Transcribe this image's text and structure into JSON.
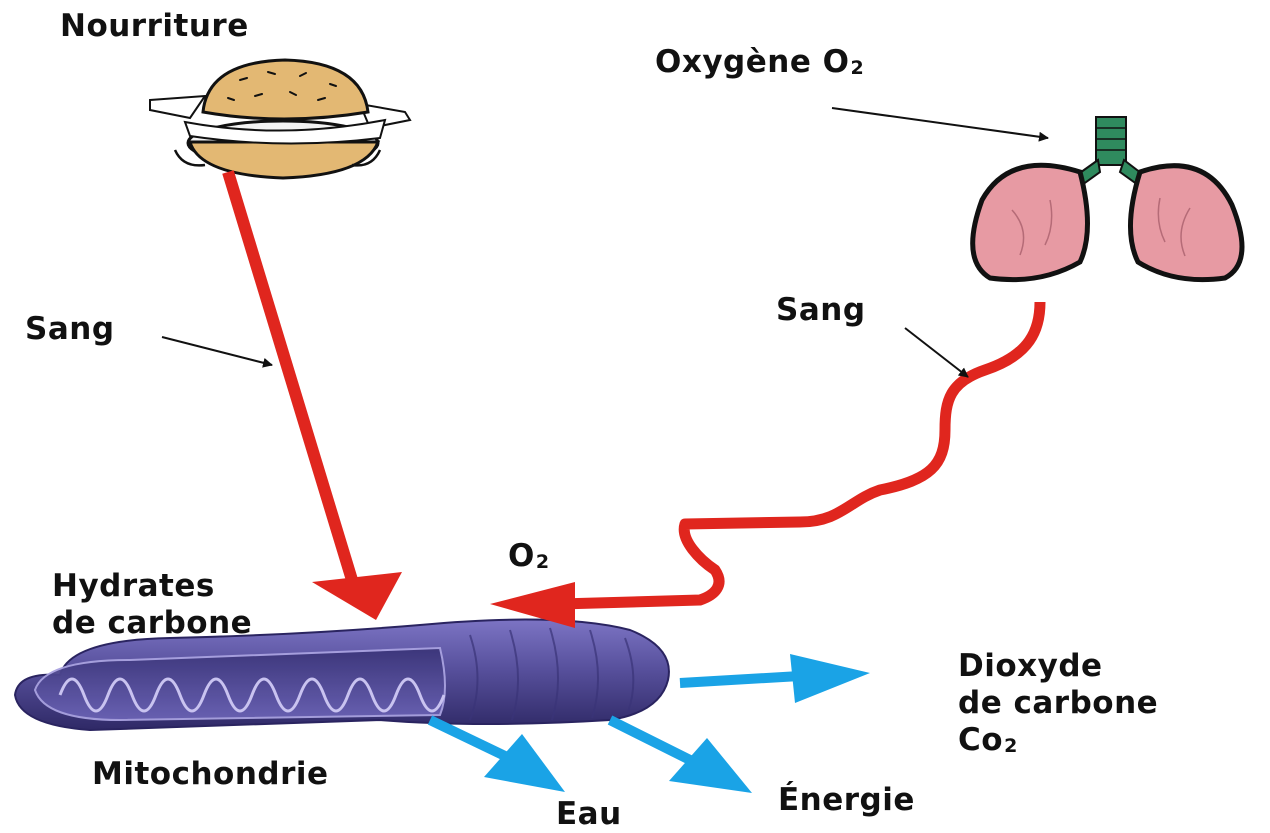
{
  "labels": {
    "food": "Nourriture",
    "oxygen": "Oxygène O",
    "oxygen_sub": "2",
    "blood_left": "Sang",
    "blood_right": "Sang",
    "o2": "O",
    "o2_sub": "2",
    "carbs_line1": "Hydrates",
    "carbs_line2": "de carbone",
    "mitochondria": "Mitochondrie",
    "water": "Eau",
    "energy": "Énergie",
    "co2_line1": "Dioxyde",
    "co2_line2": "de carbone",
    "co2_line3": "Co",
    "co2_sub": "2"
  },
  "colors": {
    "blood_arrow": "#e0261e",
    "product_arrow": "#1aa3e6",
    "pointer": "#111111",
    "mitochondria": "#57509c",
    "lung": "#e79aa3",
    "trachea": "#2f8a5e",
    "burger": "#e3b873"
  },
  "icons": {
    "food": "burger-icon",
    "lungs": "lungs-icon",
    "organelle": "mitochondria-illustration"
  }
}
